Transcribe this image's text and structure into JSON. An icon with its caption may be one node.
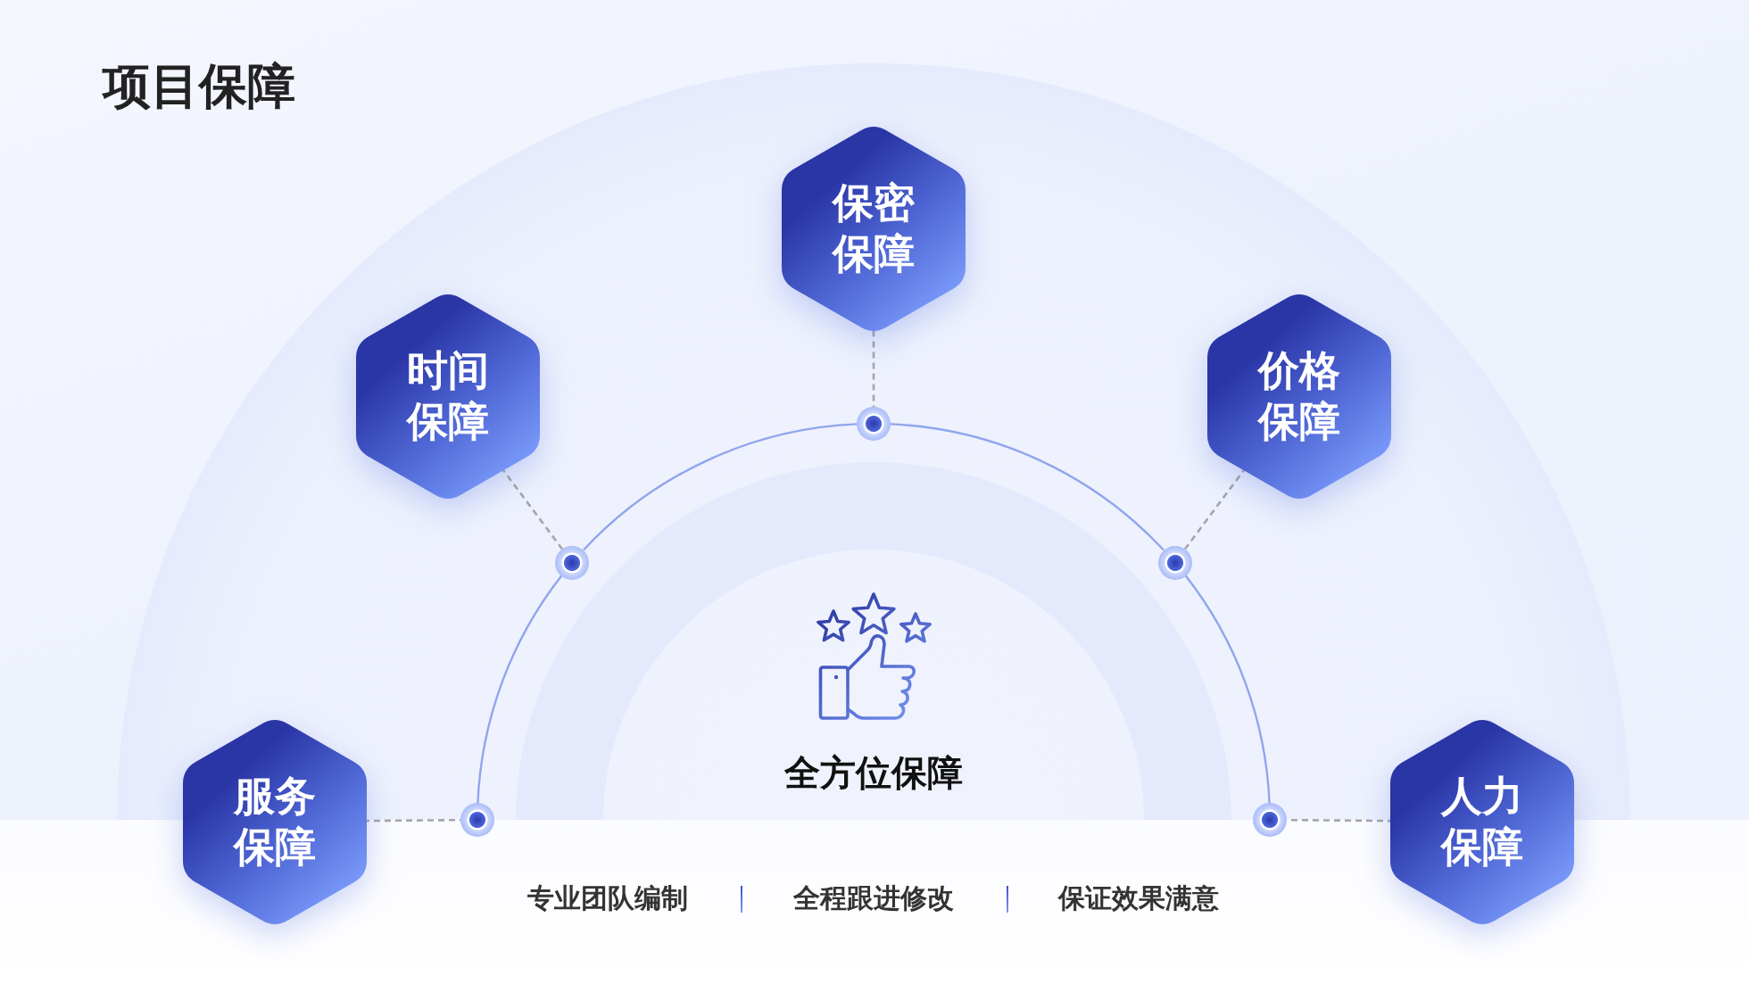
{
  "diagram": {
    "title": "项目保障",
    "nodes": [
      {
        "text": [
          "保密保障"
        ]
      },
      {
        "text": [
          "时间保障"
        ]
      },
      {
        "text": [
          "价格保障"
        ]
      },
      {
        "text": [
          "服务保障"
        ]
      },
      {
        "text": [
          "人力保障"
        ]
      },
      {
        "text": [],
        "shape": "circle"
      },
      {
        "text": [],
        "shape": "circle"
      },
      {
        "text": [],
        "shape": "circle"
      },
      {
        "text": [],
        "shape": "circle"
      },
      {
        "text": [],
        "shape": "circle"
      }
    ],
    "edges": [
      {
        "from": 0,
        "to": 7,
        "arrow": "none",
        "style": "dashed"
      },
      {
        "from": 1,
        "to": 6,
        "arrow": "none",
        "style": "dashed"
      },
      {
        "from": 2,
        "to": 8,
        "arrow": "none",
        "style": "dashed"
      },
      {
        "from": 3,
        "to": 5,
        "arrow": "none",
        "style": "dashed"
      },
      {
        "from": 4,
        "to": 9,
        "arrow": "none",
        "style": "dashed"
      },
      {
        "from": 5,
        "to": 6,
        "arrow": "none",
        "color": "#8fa5ee"
      },
      {
        "from": 6,
        "to": 7,
        "arrow": "none",
        "color": "#8fa5ee"
      },
      {
        "from": 7,
        "to": 8,
        "arrow": "none",
        "color": "#8fa5ee"
      },
      {
        "from": 8,
        "to": 9,
        "arrow": "none",
        "color": "#8fa5ee"
      }
    ],
    "labels": [
      "全方位保障",
      "专业团队编制",
      "全程跟进修改",
      "保证效果满意"
    ]
  }
}
